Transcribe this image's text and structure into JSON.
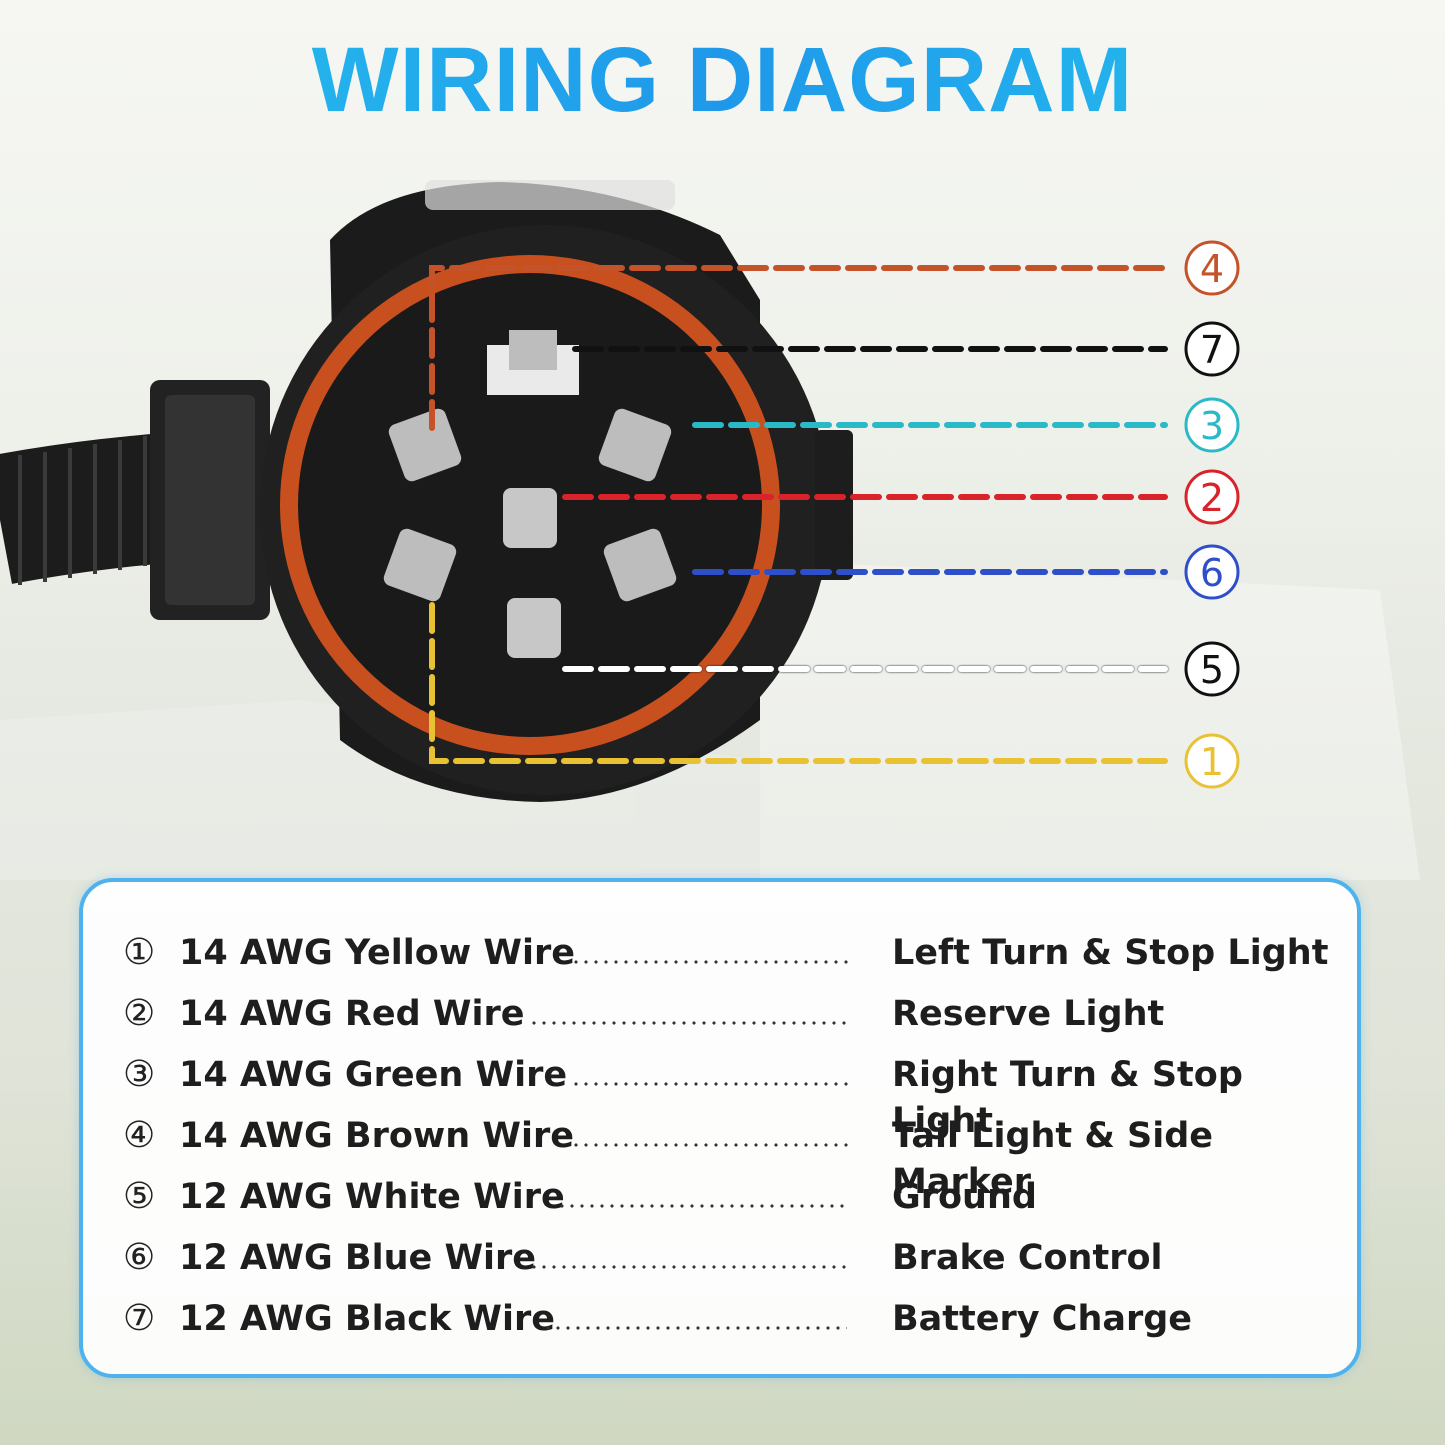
{
  "title": "WIRING DIAGRAM",
  "pin_callouts": [
    {
      "label": "4",
      "color": "#c4532a"
    },
    {
      "label": "7",
      "color": "#111111"
    },
    {
      "label": "3",
      "color": "#2ab9c6"
    },
    {
      "label": "2",
      "color": "#d8232a"
    },
    {
      "label": "6",
      "color": "#2e4fc9"
    },
    {
      "label": "5",
      "color": "#111111"
    },
    {
      "label": "1",
      "color": "#e9c234"
    }
  ],
  "legend": [
    {
      "num": "①",
      "wire": "14 AWG Yellow Wire",
      "function": "Left Turn & Stop Light"
    },
    {
      "num": "②",
      "wire": "14 AWG Red Wire",
      "function": "Reserve Light"
    },
    {
      "num": "③",
      "wire": "14 AWG Green Wire",
      "function": "Right Turn & Stop Light"
    },
    {
      "num": "④",
      "wire": "14 AWG Brown Wire",
      "function": "Tail Light & Side Marker"
    },
    {
      "num": "⑤",
      "wire": "12 AWG White Wire",
      "function": "Ground"
    },
    {
      "num": "⑥",
      "wire": "12 AWG Blue Wire",
      "function": "Brake Control"
    },
    {
      "num": "⑦",
      "wire": "12 AWG Black Wire",
      "function": "Battery Charge"
    }
  ]
}
